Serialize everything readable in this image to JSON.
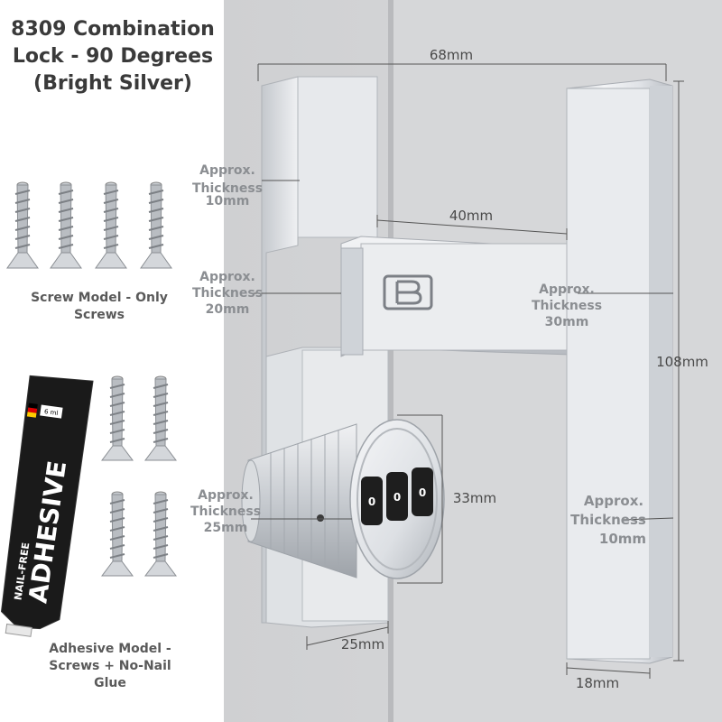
{
  "title": {
    "line1": "8309 Combination",
    "line2": "Lock - 90 Degrees",
    "line3": "(Bright Silver)"
  },
  "screw_card": {
    "caption_line1": "Screw Model - Only",
    "caption_line2": "Screws"
  },
  "adhesive_card": {
    "caption_line1": "Adhesive Model -",
    "caption_line2": "Screws + No-Nail",
    "caption_line3": "Glue",
    "tube": {
      "brand_text": "ADHESIVE",
      "sub_text": "NAIL-FREE",
      "volume": "6 ml"
    }
  },
  "dimensions": {
    "width_top": "68mm",
    "arm_length": "40mm",
    "height": "108mm",
    "dial_height": "33mm",
    "dial_width": "25mm",
    "bar_width": "18mm"
  },
  "thickness_labels": {
    "approx": "Approx.",
    "thickness": "Thickness",
    "t_top": "10mm",
    "t_arm": "20mm",
    "t_bar": "30mm",
    "t_dial": "25mm",
    "t_plate": "10mm"
  },
  "colors": {
    "background_left": "#ffffff",
    "door_panel": "#d4d5d7",
    "metal_light": "#eceef0",
    "metal_mid": "#c9cdd2",
    "metal_dark": "#9aa0a6",
    "label_gray": "#8b8e92",
    "tube_black": "#1a1a1a"
  }
}
